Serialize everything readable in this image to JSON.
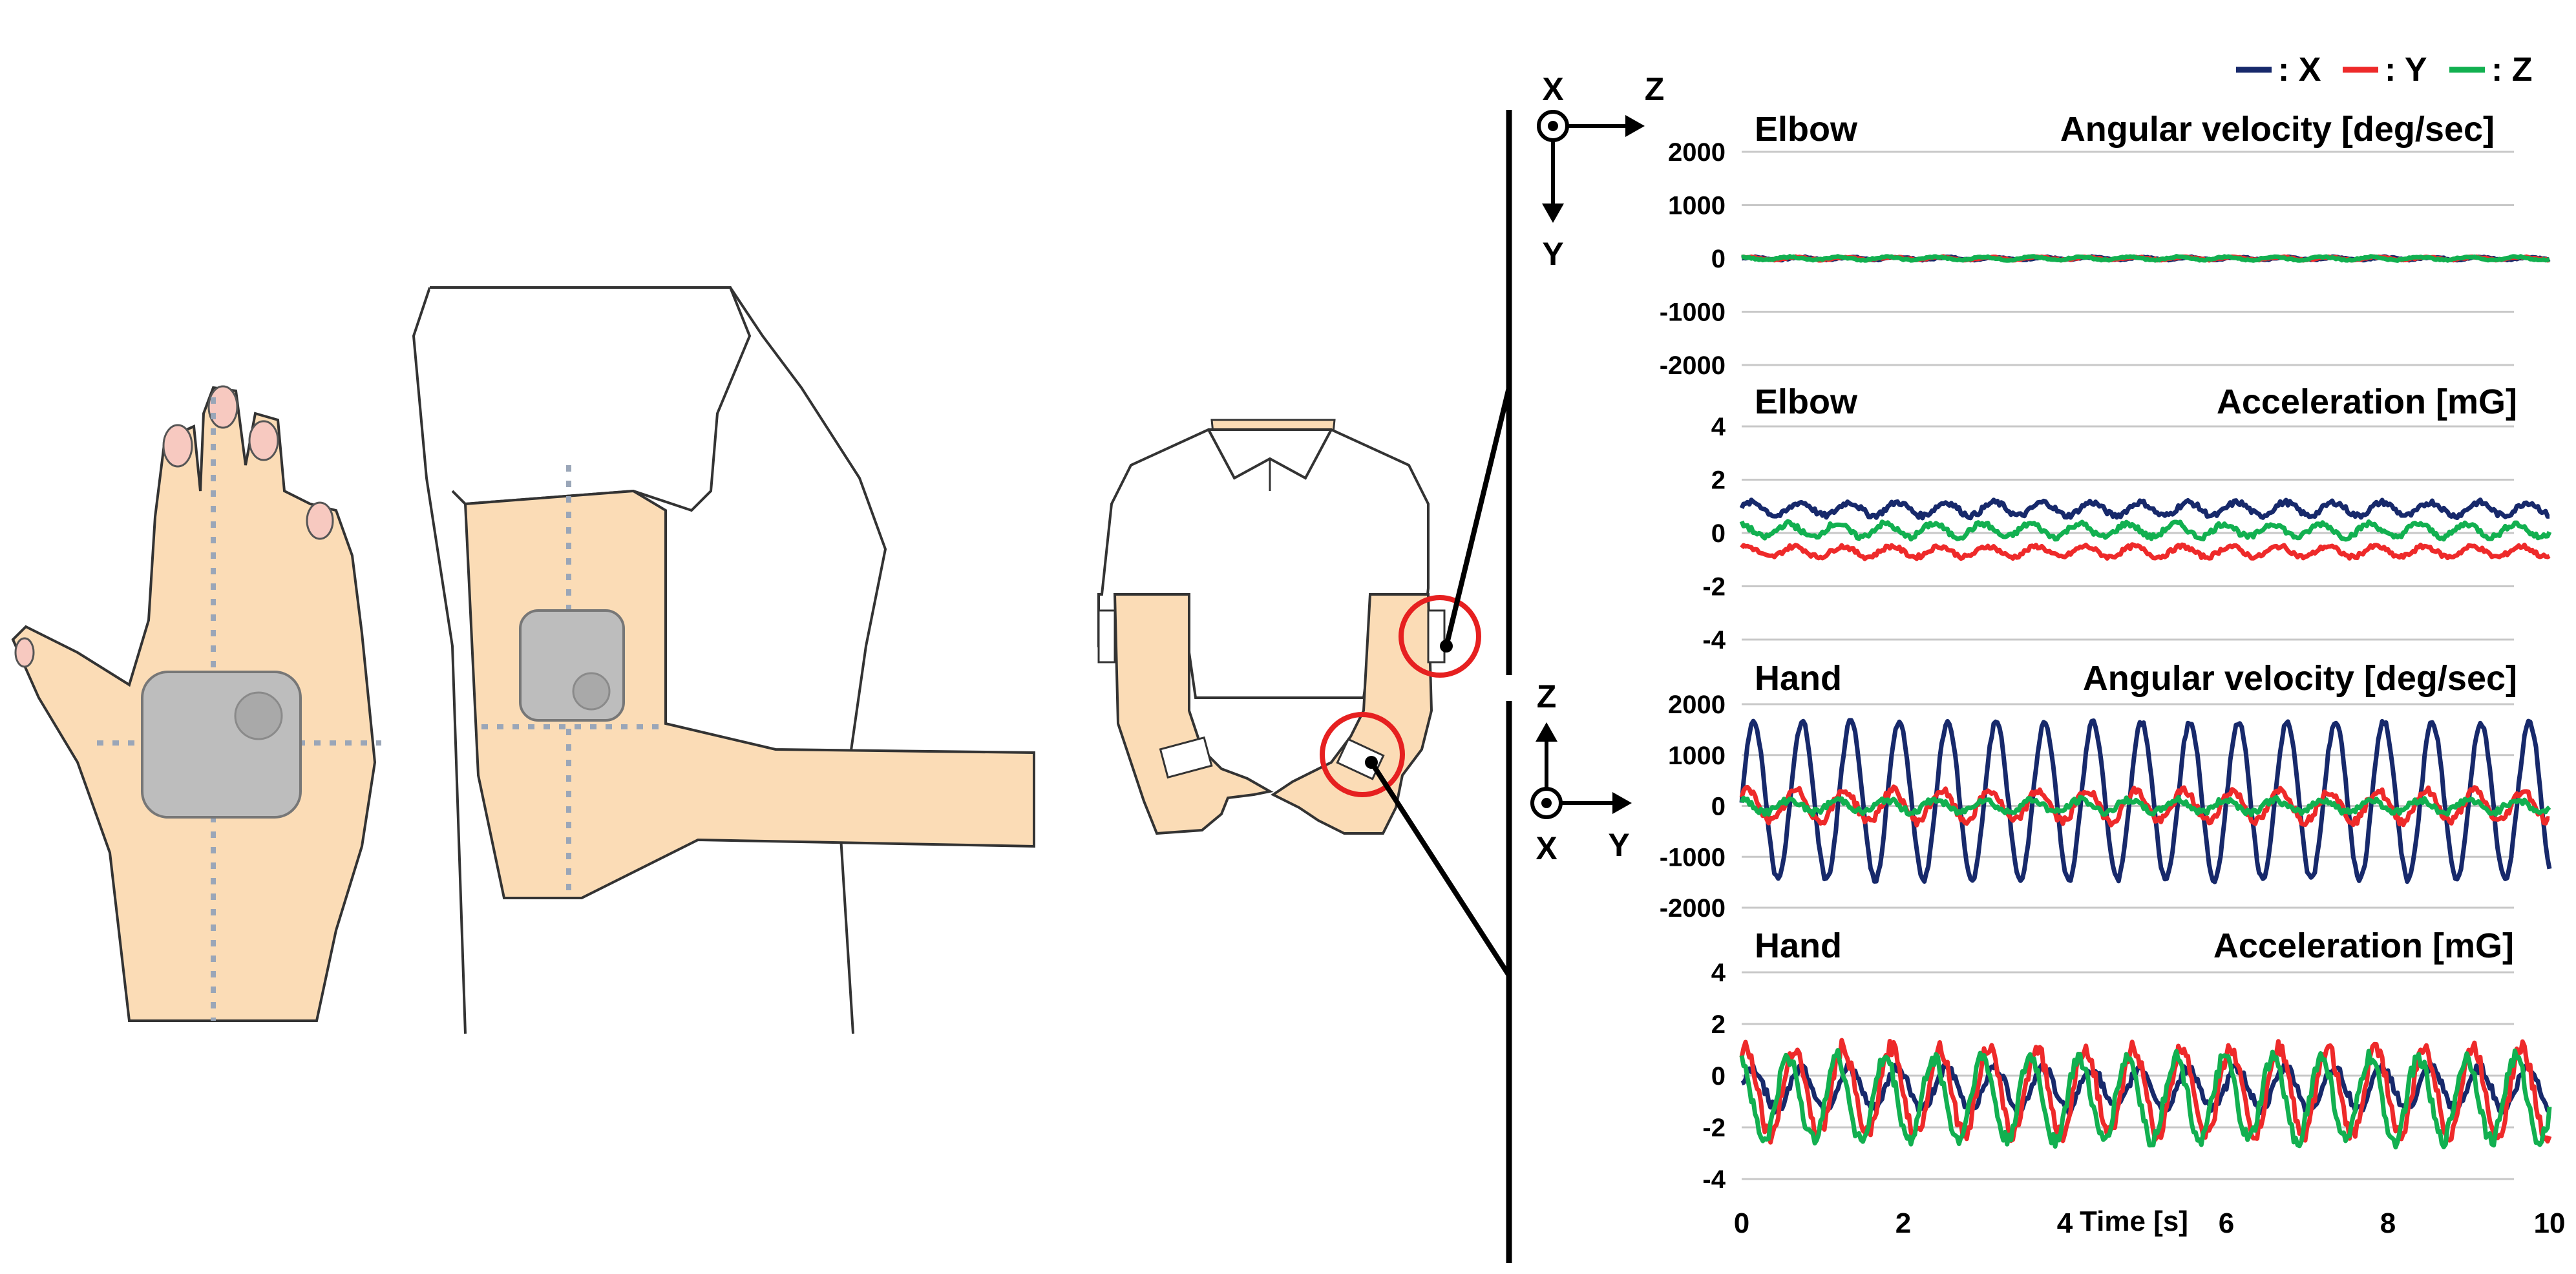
{
  "legend": [
    {
      "label": ": X",
      "color": "#17296b"
    },
    {
      "label": ": Y",
      "color": "#ee2a2a"
    },
    {
      "label": ": Z",
      "color": "#12b050"
    }
  ],
  "axes_upper": {
    "x": "X",
    "z": "Z",
    "y": "Y"
  },
  "axes_lower": {
    "z": "Z",
    "y": "Y",
    "x": "X"
  },
  "time_label": "Time [s]",
  "x_ticks": [
    "0",
    "2",
    "4",
    "6",
    "8",
    "10"
  ],
  "colors": {
    "skin": "#fbdcb6",
    "device": "#bdbdbd",
    "highlight": "#e62020",
    "grid": "#c8c8c8"
  },
  "chart_data": [
    {
      "type": "line",
      "location": "Elbow",
      "measure": "Angular velocity [deg/sec]",
      "y_ticks": [
        "2000",
        "1000",
        "0",
        "-1000",
        "-2000"
      ],
      "ylim": [
        -2000,
        2000
      ],
      "xlim": [
        0,
        10
      ],
      "series": [
        {
          "name": "X",
          "mean": 0,
          "amp": 25,
          "period": 0.6,
          "noise": 12
        },
        {
          "name": "Y",
          "mean": 0,
          "amp": 25,
          "period": 0.6,
          "noise": 12
        },
        {
          "name": "Z",
          "mean": 0,
          "amp": 30,
          "period": 0.6,
          "noise": 12
        }
      ]
    },
    {
      "type": "line",
      "location": "Elbow",
      "measure": "Acceleration [mG]",
      "y_ticks": [
        "4",
        "2",
        "0",
        "-2",
        "-4"
      ],
      "ylim": [
        -4,
        4
      ],
      "xlim": [
        0,
        10
      ],
      "series": [
        {
          "name": "X",
          "mean": 0.9,
          "amp": 0.25,
          "period": 0.6,
          "noise": 0.1
        },
        {
          "name": "Y",
          "mean": -0.7,
          "amp": 0.2,
          "period": 0.6,
          "noise": 0.08
        },
        {
          "name": "Z",
          "mean": 0.1,
          "amp": 0.25,
          "period": 0.6,
          "noise": 0.1
        }
      ]
    },
    {
      "type": "line",
      "location": "Hand",
      "measure": "Angular velocity [deg/sec]",
      "y_ticks": [
        "2000",
        "1000",
        "0",
        "-1000",
        "-2000"
      ],
      "ylim": [
        -2000,
        2000
      ],
      "xlim": [
        0,
        10
      ],
      "series": [
        {
          "name": "X",
          "mean": 100,
          "amp": 1550,
          "period": 0.6,
          "noise": 60
        },
        {
          "name": "Y",
          "mean": 0,
          "amp": 300,
          "period": 0.6,
          "noise": 80
        },
        {
          "name": "Z",
          "mean": 0,
          "amp": 120,
          "period": 0.6,
          "noise": 60
        }
      ]
    },
    {
      "type": "line",
      "location": "Hand",
      "measure": "Acceleration [mG]",
      "y_ticks": [
        "4",
        "2",
        "0",
        "-2",
        "-4"
      ],
      "ylim": [
        -4,
        4
      ],
      "xlim": [
        0,
        10
      ],
      "series": [
        {
          "name": "X",
          "mean": -0.5,
          "amp": 0.8,
          "period": 0.6,
          "noise": 0.2
        },
        {
          "name": "Y",
          "mean": -0.6,
          "amp": 1.7,
          "period": 0.6,
          "noise": 0.3
        },
        {
          "name": "Z",
          "mean": -0.9,
          "amp": 1.6,
          "period": 0.6,
          "noise": 0.3
        }
      ]
    }
  ]
}
